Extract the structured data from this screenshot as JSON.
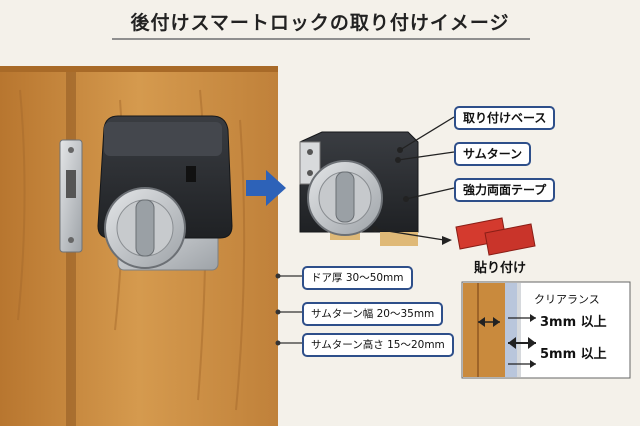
{
  "title": "後付けスマートロックの取り付けイメージ",
  "callouts": {
    "base": "取り付けベース",
    "thumbturn": "サムターン",
    "tape": "強力両面テープ"
  },
  "tape_label": "貼り付け",
  "specs": {
    "door_thickness": "ドア厚 30～50mm",
    "thumbturn_width": "サムターン幅 20～35mm",
    "thumbturn_height": "サムターン高さ 15～20mm"
  },
  "clearance": {
    "title": "クリアランス",
    "value1": "3mm 以上",
    "value2": "5mm 以上"
  },
  "colors": {
    "accent_blue": "#2d62b8",
    "callout_border": "#2e4f8a",
    "door_wood": "#c98a3d",
    "tape_red": "#d43a2e",
    "device_dark": "#2b2d31"
  }
}
